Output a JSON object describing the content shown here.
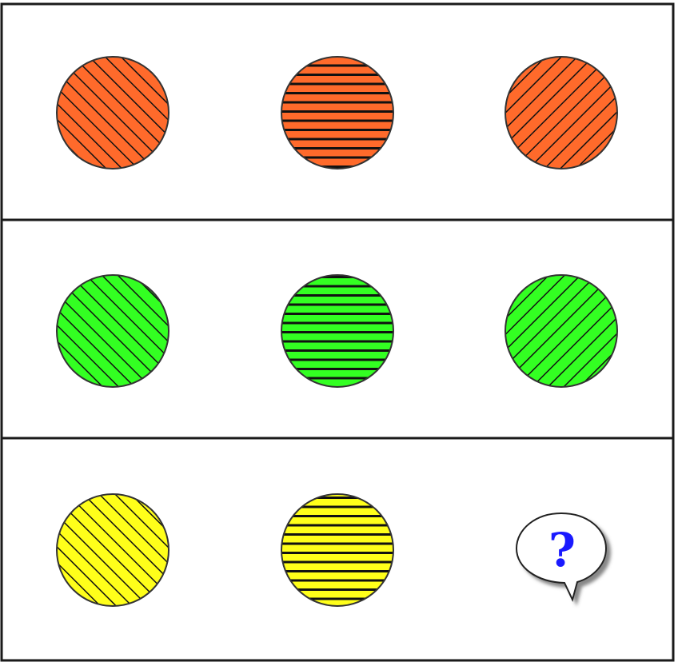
{
  "puzzle": {
    "colors": {
      "orange": "#ff6a2b",
      "green": "#33ff22",
      "yellow": "#ffff1a",
      "border": "#1a1a1a",
      "question_mark": "#1a1aff"
    },
    "rows": [
      {
        "color": "orange",
        "cells": [
          "diagonal-up",
          "horizontal",
          "diagonal-down"
        ]
      },
      {
        "color": "green",
        "cells": [
          "diagonal-up",
          "horizontal",
          "diagonal-down"
        ]
      },
      {
        "color": "yellow",
        "cells": [
          "diagonal-up",
          "horizontal",
          "unknown"
        ]
      }
    ],
    "unknown_symbol": "?",
    "unknown_icon": "speech-bubble-question-icon"
  }
}
